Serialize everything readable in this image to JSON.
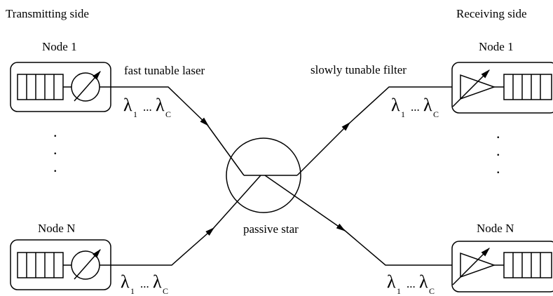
{
  "headers": {
    "left": "Transmitting side",
    "right": "Receiving side"
  },
  "transmit": {
    "node_top": "Node 1",
    "node_bottom": "Node N",
    "device_label": "fast tunable laser"
  },
  "receive": {
    "node_top": "Node 1",
    "node_bottom": "Node N",
    "device_label": "slowly tunable filter"
  },
  "star": {
    "label": "passive star"
  },
  "wavelength": {
    "lambda": "λ",
    "sub_first": "1",
    "ellipsis": "...",
    "sub_last": "C"
  },
  "vertical_dots": "."
}
